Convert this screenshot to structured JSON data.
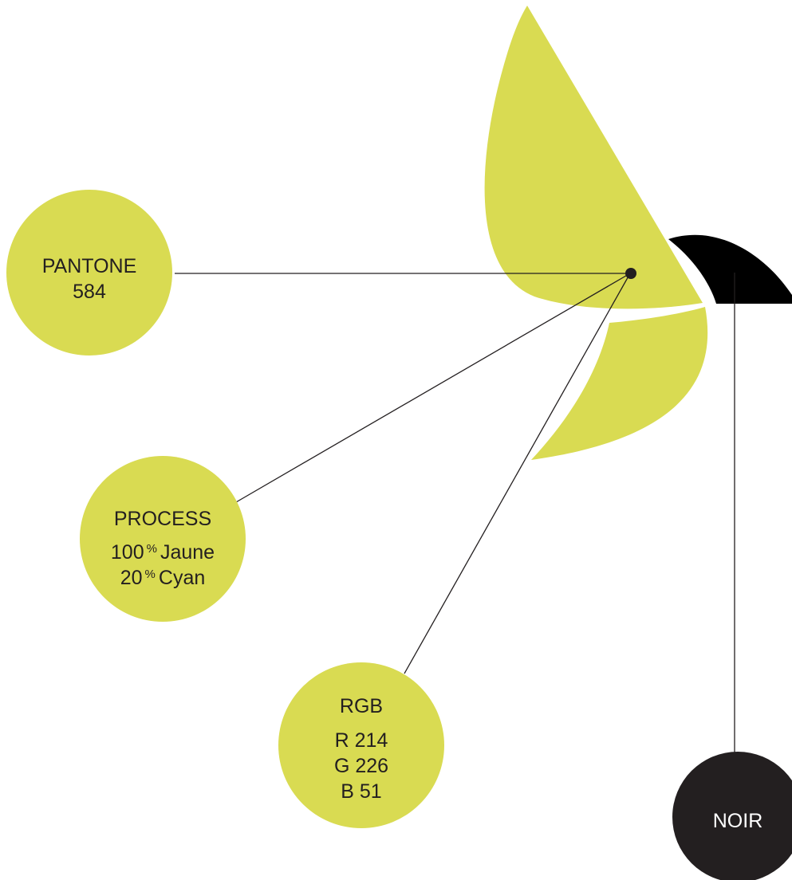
{
  "colors": {
    "yellow": "#D9DB52",
    "black": "#000000",
    "swatch_text_dark": "#231F20",
    "swatch_text_light": "#FFFFFF",
    "line": "#231F20",
    "background": "#FFFFFF"
  },
  "swatches": {
    "pantone": {
      "title": "PANTONE",
      "value": "584"
    },
    "process": {
      "title": "PROCESS",
      "line1_number": "100",
      "line1_percent": "%",
      "line1_name": "Jaune",
      "line2_number": "20",
      "line2_percent": "%",
      "line2_name": "Cyan"
    },
    "rgb": {
      "title": "RGB",
      "r": "R 214",
      "g": "G 226",
      "b": "B 51"
    },
    "noir": {
      "title": "NOIR"
    }
  }
}
